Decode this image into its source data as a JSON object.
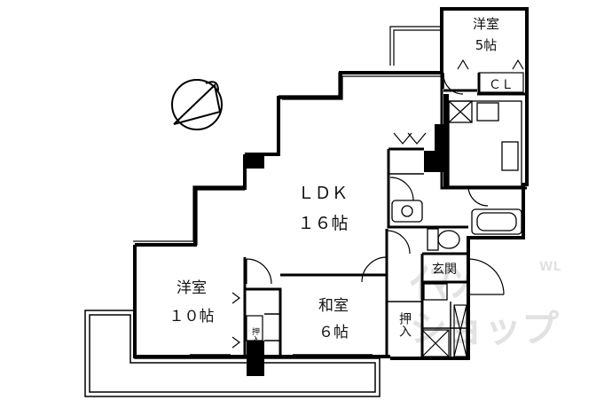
{
  "rooms": {
    "western_small": {
      "name": "洋室",
      "size": "5帖"
    },
    "closet": {
      "name": "ＣＬ"
    },
    "ldk": {
      "name": "ＬＤＫ",
      "size": "１６帖"
    },
    "western_large": {
      "name": "洋室",
      "size": "１０帖"
    },
    "japanese": {
      "name": "和室",
      "size": "６帖"
    },
    "entrance": {
      "name": "玄関"
    },
    "oshiire_small": {
      "name": "押入"
    },
    "oshiire_right": {
      "name": "押入"
    }
  },
  "watermark": {
    "line1": "ｲﾏﾝ",
    "line2": "ショップ",
    "corner": "WL"
  },
  "compass": {
    "icon": "north-arrow-icon"
  }
}
